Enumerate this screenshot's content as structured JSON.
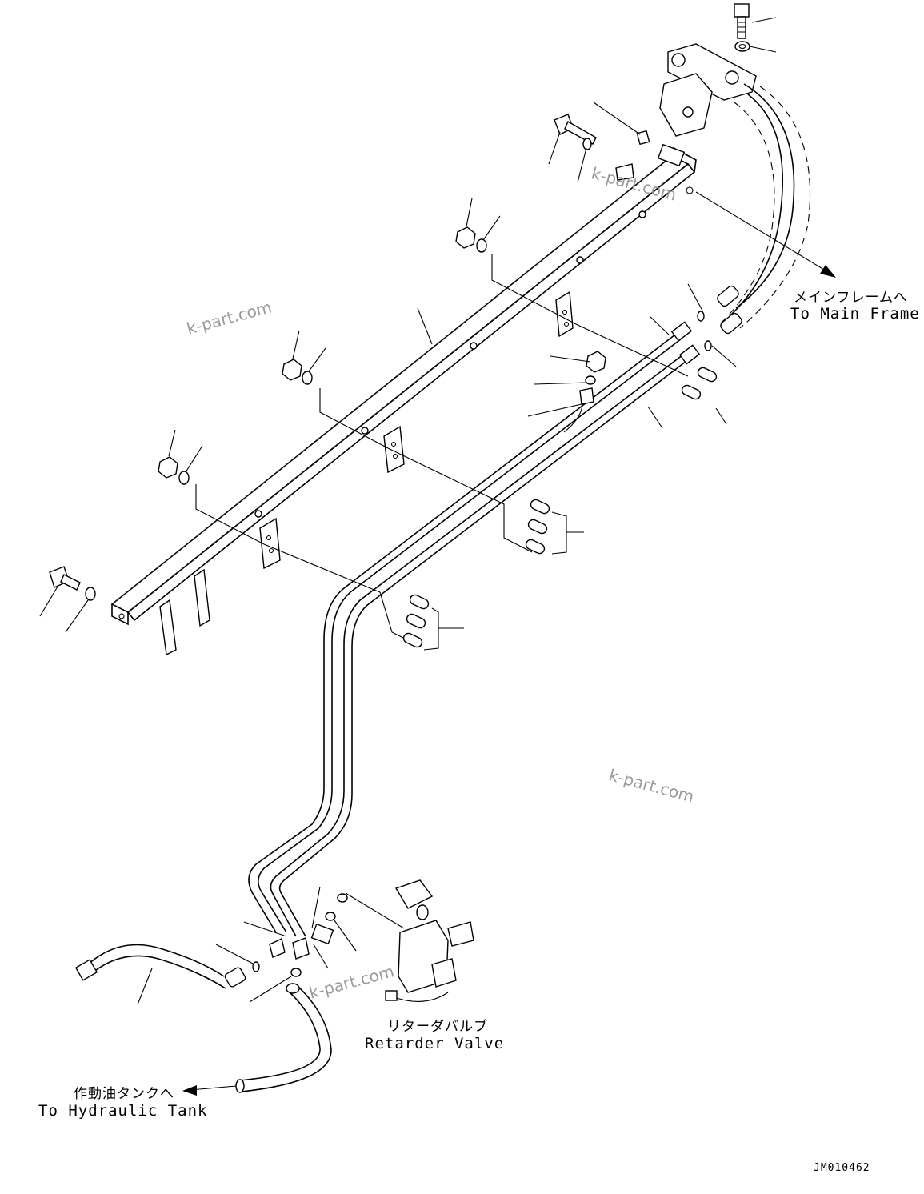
{
  "labels": {
    "main_frame_jp": "メインフレームへ",
    "main_frame_en": "To Main Frame",
    "retarder_jp": "リターダバルブ",
    "retarder_en": "Retarder Valve",
    "tank_jp": "作動油タンクへ",
    "tank_en": "To Hydraulic Tank"
  },
  "watermarks": [
    "k-part.com",
    "k-part.com",
    "k-part.com",
    "k-part.com"
  ],
  "drawing_code": "JM010462",
  "icons": {
    "bolt": "bolt-icon",
    "nut": "nut-icon",
    "washer": "washer-icon",
    "clamp": "clamp-icon",
    "valve": "retarder-valve-icon"
  }
}
